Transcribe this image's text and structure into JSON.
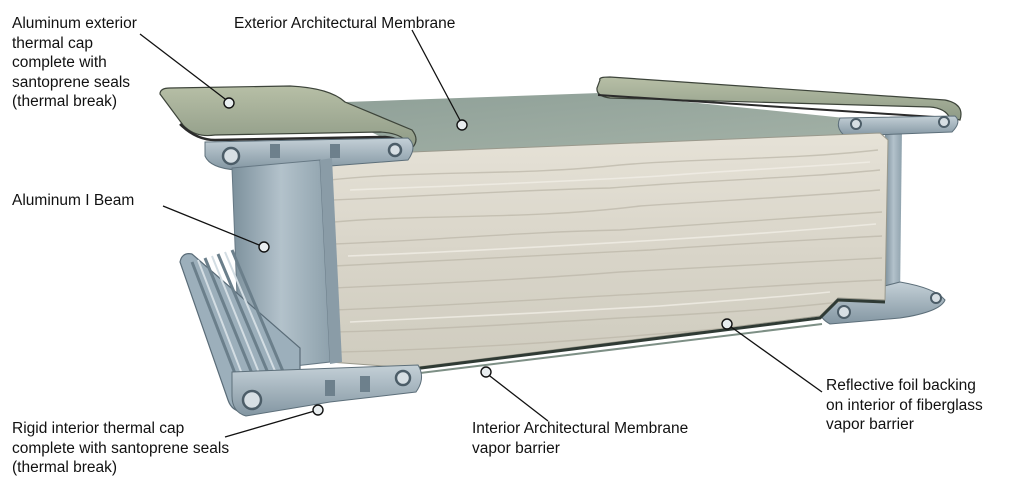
{
  "callouts": {
    "thermal_cap_exterior": "Aluminum exterior\nthermal cap\ncomplete with\nsantoprene seals\n(thermal break)",
    "exterior_membrane": "Exterior Architectural Membrane",
    "i_beam": "Aluminum I Beam",
    "thermal_cap_interior": "Rigid interior thermal cap\ncomplete with santoprene seals\n(thermal break)",
    "interior_membrane": "Interior Architectural Membrane\nvapor barrier",
    "reflective_foil": "Reflective foil backing\non interior of fiberglass\nvapor barrier"
  },
  "colors": {
    "aluminum": "#a9b9c3",
    "aluminum_dark": "#7f939f",
    "membrane_top": "#9fb0a5",
    "cap_tan": "#c3c4a6",
    "insulation": "#dedad0",
    "seal": "#2b2b2b",
    "leader": "#111111",
    "dot_fill": "#e9eef0"
  }
}
